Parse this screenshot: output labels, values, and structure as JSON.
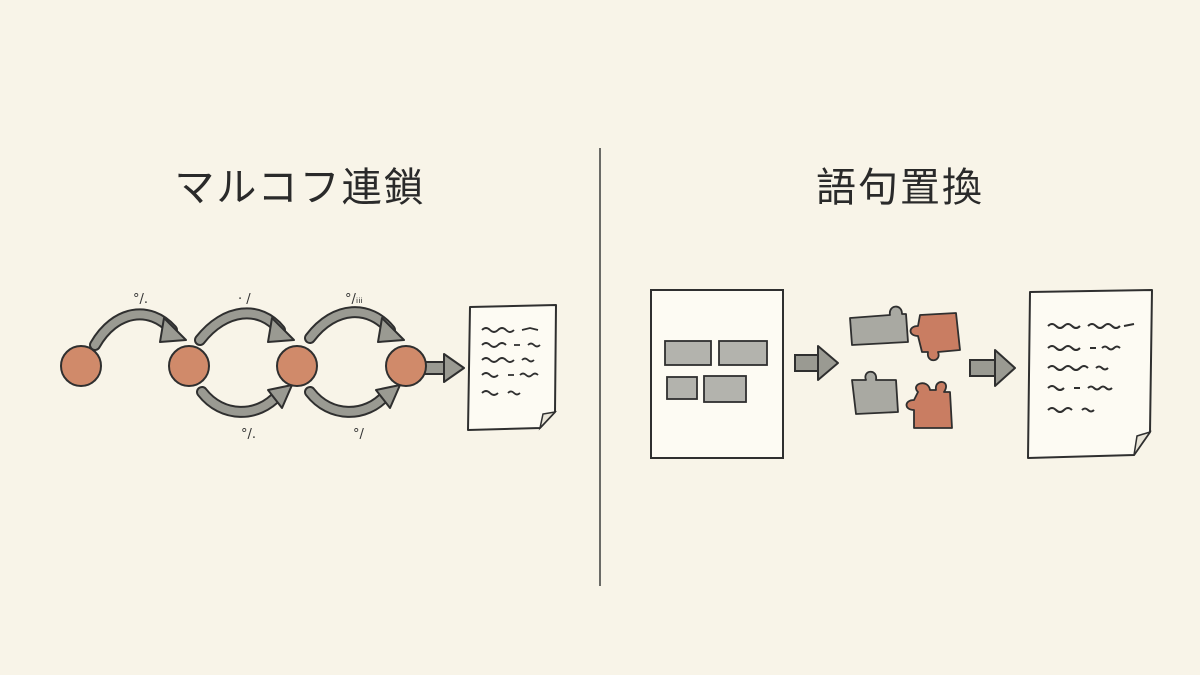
{
  "left_panel": {
    "title": "マルコフ連鎖",
    "transition_labels": [
      "°/.",
      "· /",
      "°/ᵢᵢᵢ",
      "°/.",
      "°/"
    ]
  },
  "right_panel": {
    "title": "語句置換"
  },
  "colors": {
    "background": "#f8f4e8",
    "node": "#d08a6a",
    "arrow": "#9a9a92",
    "gray_block": "#b3b3ad",
    "puzzle_gray": "#a9a9a2",
    "puzzle_orange": "#c97d62",
    "ink": "#2a2a2a"
  },
  "icons": [
    "state-node",
    "transition-arrow",
    "document-icon",
    "puzzle-piece-icon",
    "input-document-icon"
  ]
}
